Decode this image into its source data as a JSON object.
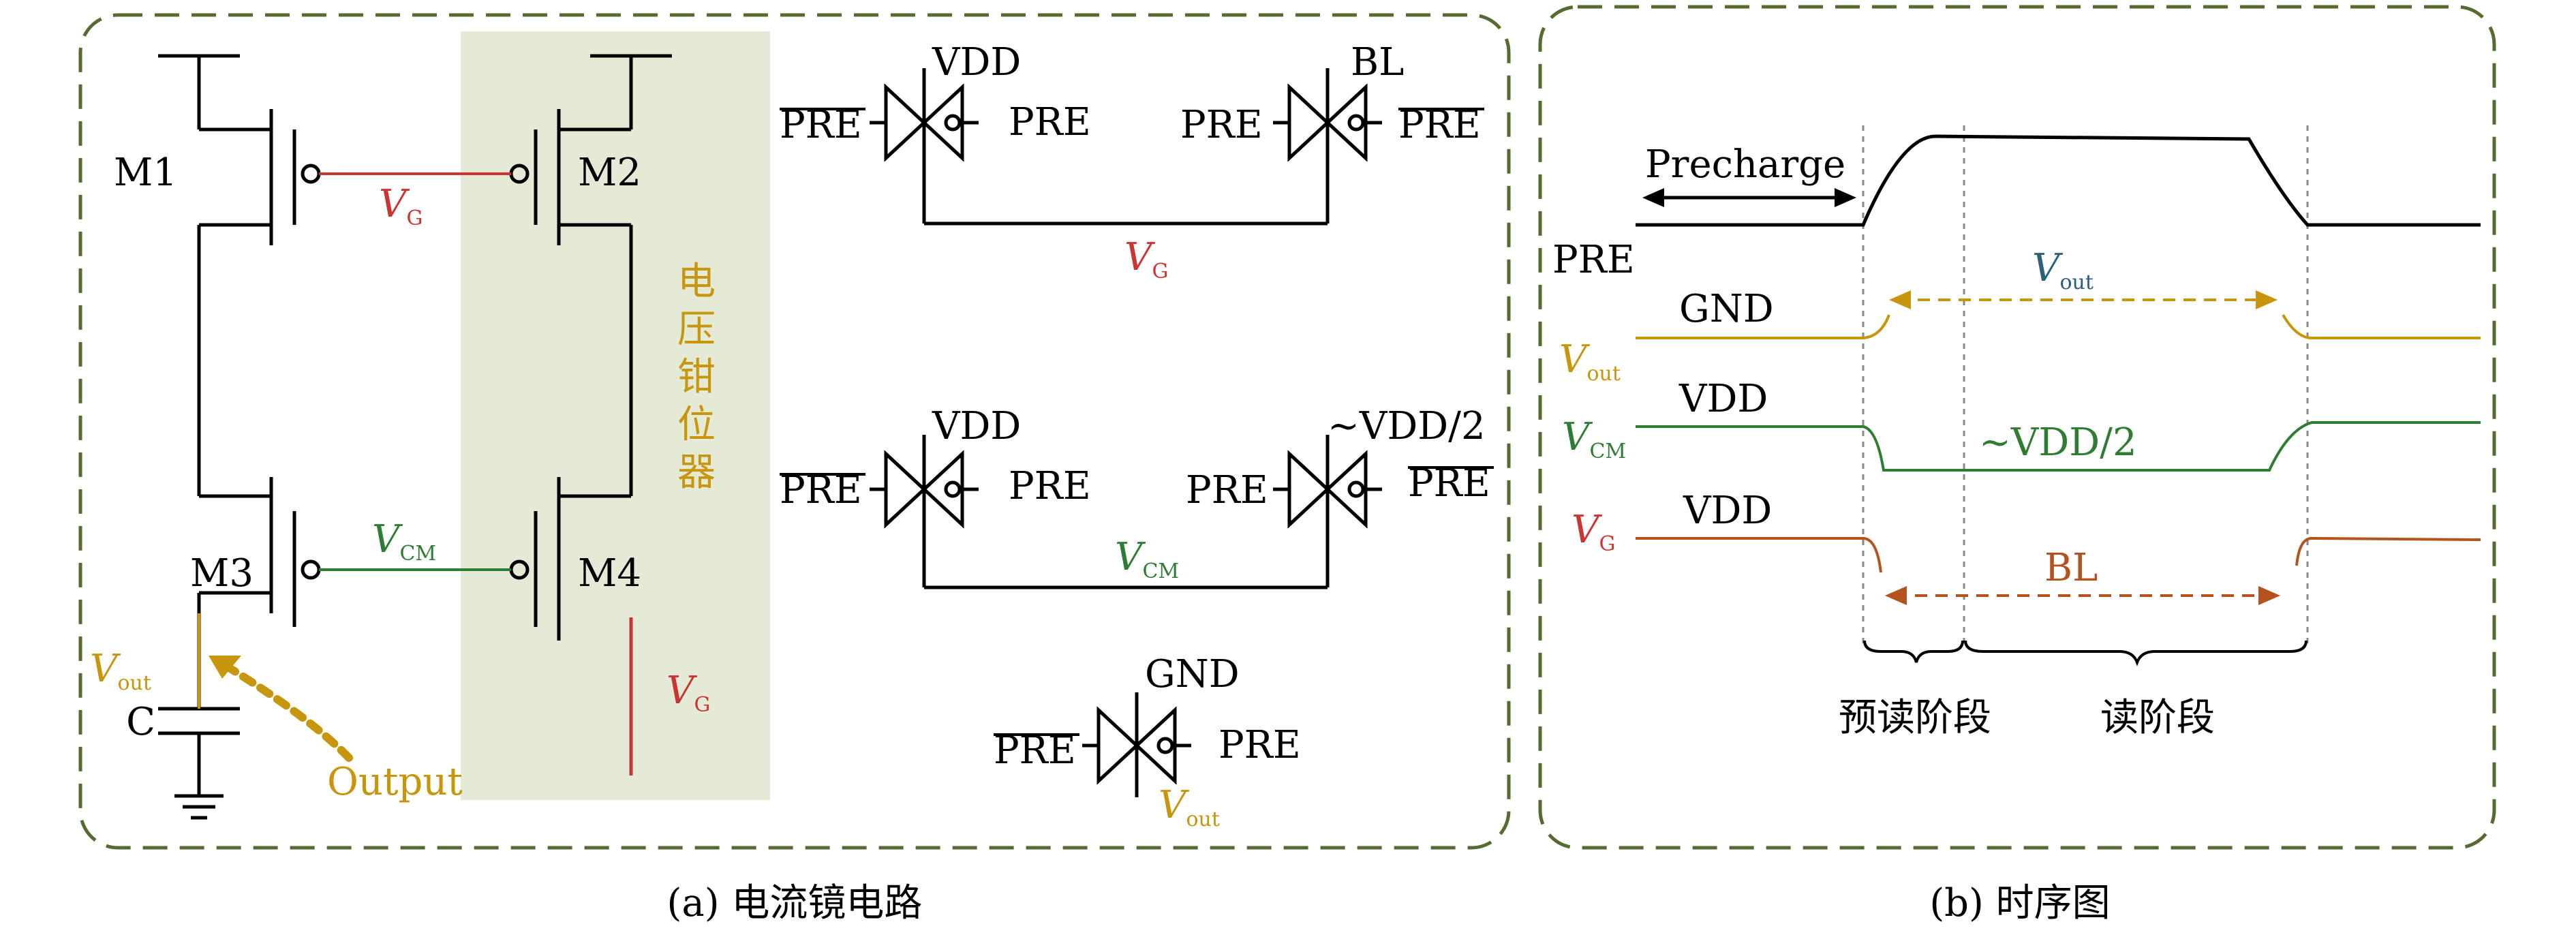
{
  "colors": {
    "frame": "#556b2f",
    "highlight": "#e4ead6",
    "vg": "#cc3333",
    "vcm": "#2e7d32",
    "vout": "#c8960c",
    "vout_arrow": "#c8960c",
    "vout_label_b": "#2c5f7c",
    "vg_timing": "#b5531e",
    "line": "#000000",
    "guide": "#888888"
  },
  "panel_a": {
    "caption": "(a) 电流镜电路",
    "transistors": {
      "m1": "M1",
      "m2": "M2",
      "m3": "M3",
      "m4": "M4"
    },
    "clamp_label": [
      "电",
      "压",
      "钳",
      "位",
      "器"
    ],
    "capacitor": "C",
    "output_label": "Output",
    "vg_main": "V",
    "vg_sub": "G",
    "vcm_main": "V",
    "vcm_sub": "CM",
    "vout_main": "V",
    "vout_sub": "out",
    "switches": {
      "s1": {
        "top": "VDD",
        "left": "PRE",
        "right": "PRE"
      },
      "s2": {
        "top": "BL",
        "left": "PRE",
        "right": "PRE"
      },
      "s3": {
        "top": "VDD",
        "left": "PRE",
        "right": "PRE"
      },
      "s4": {
        "top": "~VDD/2",
        "left": "PRE",
        "right": "PRE"
      },
      "s5": {
        "top": "GND",
        "left": "PRE",
        "right": "PRE"
      }
    }
  },
  "panel_b": {
    "caption": "(b) 时序图",
    "precharge": "Precharge",
    "pre_label": "PRE",
    "gnd": "GND",
    "vdd_cm": "VDD",
    "vdd_g": "VDD",
    "vdd_half": "~VDD/2",
    "bl": "BL",
    "phase1": "预读阶段",
    "phase2": "读阶段"
  }
}
